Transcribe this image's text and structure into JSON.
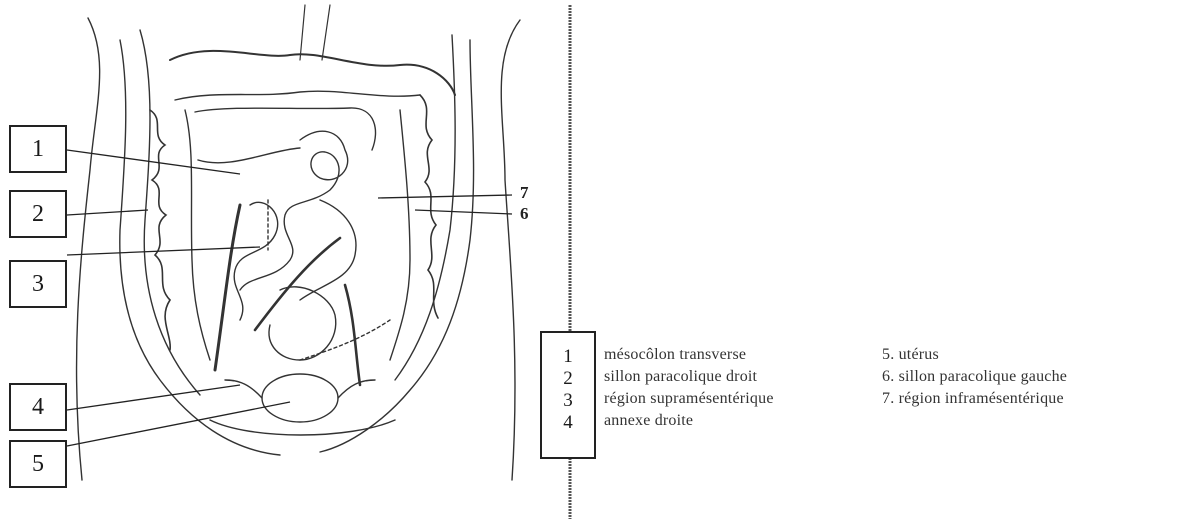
{
  "left_labels": [
    "1",
    "2",
    "3",
    "4",
    "5"
  ],
  "side_labels": [
    "7",
    "6"
  ],
  "legend": {
    "numbers": [
      "1",
      "2",
      "3",
      "4"
    ],
    "left_items": [
      "mésocôlon transverse",
      "sillon paracolique droit",
      "région supramésentérique",
      "annexe droite"
    ],
    "right_items": [
      "5. utérus",
      "6. sillon paracolique gauche",
      "7. région inframésentérique"
    ]
  }
}
